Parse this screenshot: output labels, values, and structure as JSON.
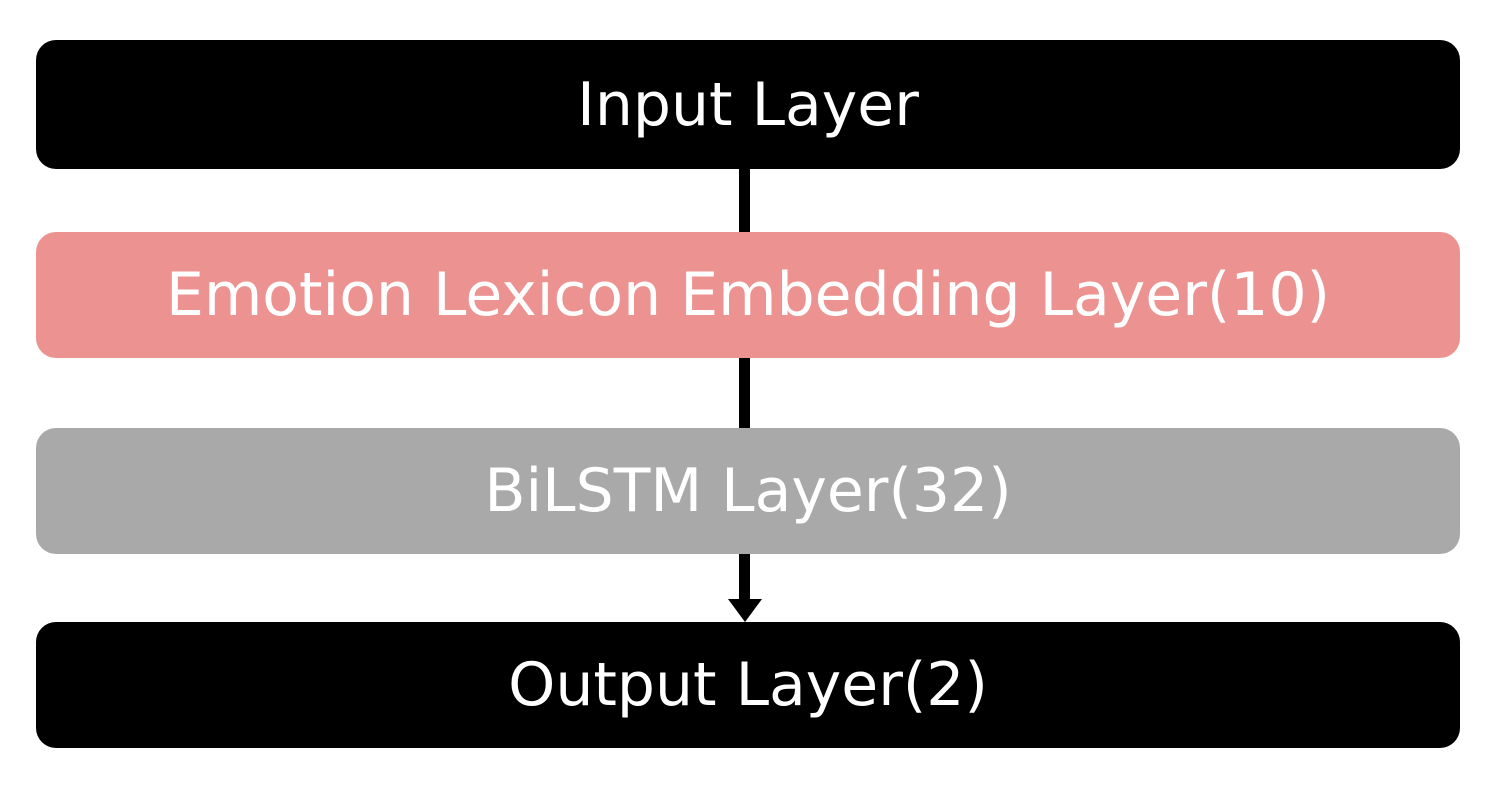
{
  "diagram": {
    "type": "flow-diagram",
    "direction": "top-to-bottom",
    "background": "#FFFFFF",
    "layers": [
      {
        "label": "Input Layer",
        "fill": "#000000",
        "text_color": "#FFFFFF"
      },
      {
        "label": "Emotion Lexicon Embedding Layer(10)",
        "fill": "#EC9290",
        "text_color": "#FFFFFF"
      },
      {
        "label": "BiLSTM Layer(32)",
        "fill": "#A9A9A9",
        "text_color": "#FFFFFF"
      },
      {
        "label": "Output Layer(2)",
        "fill": "#000000",
        "text_color": "#FFFFFF"
      }
    ],
    "connectors": [
      {
        "from": "Input Layer",
        "to": "Emotion Lexicon Embedding Layer(10)",
        "style": "line",
        "color": "#000000"
      },
      {
        "from": "Emotion Lexicon Embedding Layer(10)",
        "to": "BiLSTM Layer(32)",
        "style": "line",
        "color": "#000000"
      },
      {
        "from": "BiLSTM Layer(32)",
        "to": "Output Layer(2)",
        "style": "arrow",
        "color": "#000000"
      }
    ]
  }
}
